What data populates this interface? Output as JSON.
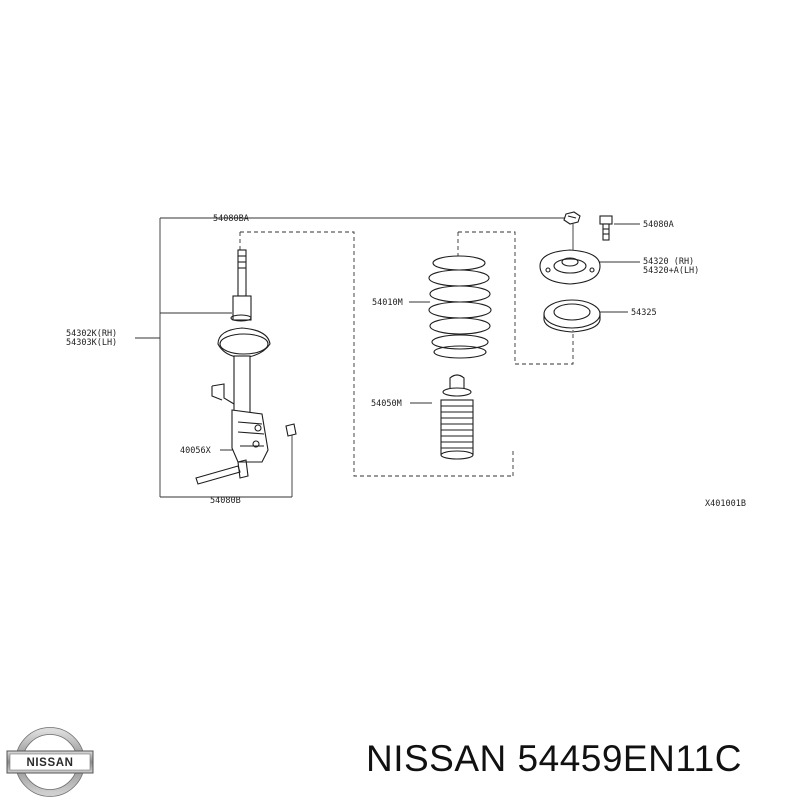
{
  "diagram": {
    "part_labels": {
      "bolt_top_long": "54080BA",
      "bolt_top_short": "54080A",
      "strut_line1": "54302K(RH)",
      "strut_line2": "54303K(LH)",
      "coil_spring": "54010M",
      "mount_line1": "54320 (RH)",
      "mount_line2": "54320+A(LH)",
      "bearing": "54325",
      "bumper": "54050M",
      "sensor_bracket_bolt": "40056X",
      "bolt_bottom": "54080B"
    },
    "figure_code": "X401001B"
  },
  "brand": {
    "logo_text": "NISSAN",
    "title": "NISSAN 54459EN11C"
  },
  "colors": {
    "ink": "#1e1e1e",
    "background": "#ffffff"
  }
}
